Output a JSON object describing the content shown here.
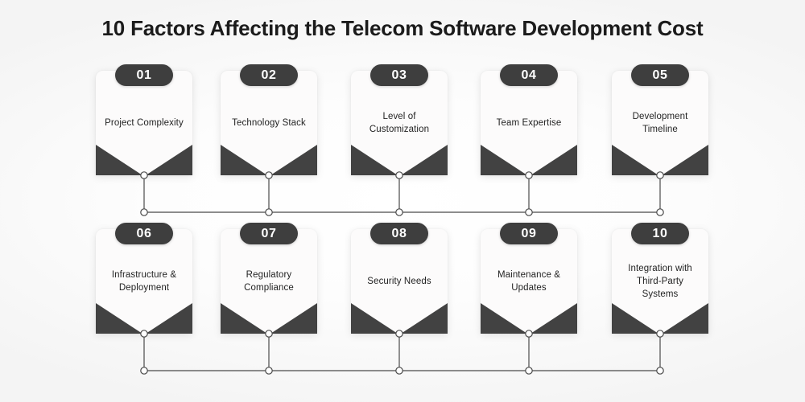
{
  "title": "10 Factors Affecting the Telecom Software Development Cost",
  "theme": {
    "badge_bg": "#3e3e3e",
    "badge_text": "#ffffff",
    "card_bg": "#fcfbfb",
    "corner_triangle": "#424242",
    "connector_line": "#4a4a4a",
    "title_color": "#1b1b1b",
    "label_color": "#232323",
    "page_bg": "#ffffff"
  },
  "rows": [
    {
      "name": "row-1",
      "cards": [
        {
          "number": "01",
          "label": "Project Complexity"
        },
        {
          "number": "02",
          "label": "Technology Stack"
        },
        {
          "number": "03",
          "label": "Level of\nCustomization"
        },
        {
          "number": "04",
          "label": "Team Expertise"
        },
        {
          "number": "05",
          "label": "Development\nTimeline"
        }
      ]
    },
    {
      "name": "row-2",
      "cards": [
        {
          "number": "06",
          "label": "Infrastructure &\nDeployment"
        },
        {
          "number": "07",
          "label": "Regulatory\nCompliance"
        },
        {
          "number": "08",
          "label": "Security Needs"
        },
        {
          "number": "09",
          "label": "Maintenance &\nUpdates"
        },
        {
          "number": "10",
          "label": "Integration with\nThird-Party\nSystems"
        }
      ]
    }
  ]
}
